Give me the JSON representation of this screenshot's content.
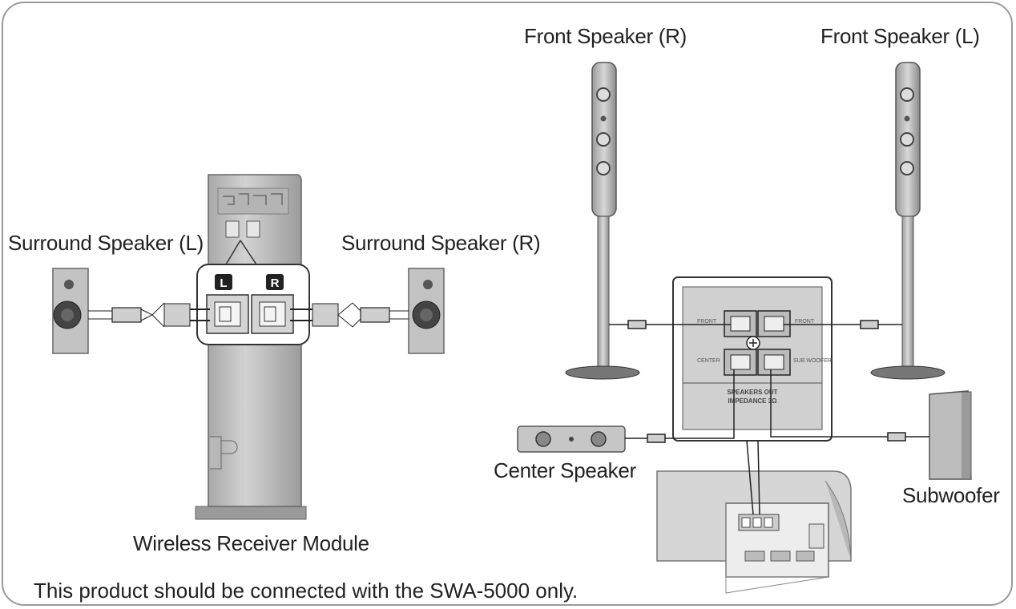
{
  "labels": {
    "front_right": "Front Speaker (R)",
    "front_left": "Front Speaker (L)",
    "surround_left": "Surround Speaker (L)",
    "surround_right": "Surround Speaker (R)",
    "center": "Center Speaker",
    "subwoofer": "Subwoofer",
    "receiver": "Wireless Receiver Module"
  },
  "terminal_badges": {
    "left": "L",
    "right": "R"
  },
  "panel_text": {
    "front_r": "FRONT",
    "front_l": "FRONT",
    "center": "CENTER",
    "sub": "SUB WOOFER",
    "footer_1": "SPEAKERS OUT",
    "footer_2": "IMPEDANCE 3Ω"
  },
  "note": "This product should be connected with the SWA-5000 only.",
  "colors": {
    "device_fill": "#c9c9c9",
    "device_dark": "#8f8f8f",
    "line": "#222222",
    "frame": "#9a9a9a"
  }
}
